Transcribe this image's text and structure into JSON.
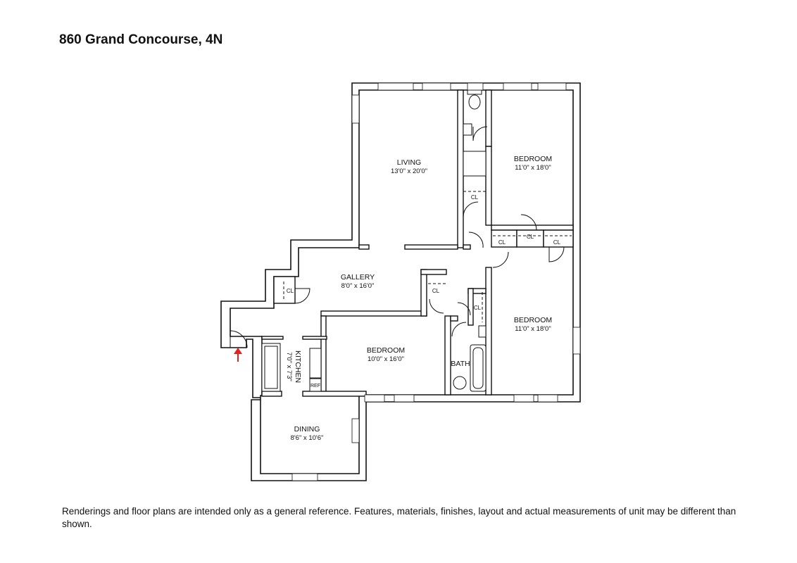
{
  "title": "860 Grand Concourse, 4N",
  "disclaimer": "Renderings and floor plans are intended only as a general reference. Features, materials, finishes, layout and actual measurements of unit may be different than shown.",
  "rooms": {
    "living": {
      "name": "LIVING",
      "dims": "13'0\" x 20'0\""
    },
    "bedroom_ne": {
      "name": "BEDROOM",
      "dims": "11'0\" x 18'0\""
    },
    "bedroom_se": {
      "name": "BEDROOM",
      "dims": "11'0\" x 18'0\""
    },
    "bedroom_center": {
      "name": "BEDROOM",
      "dims": "10'0\" x 16'0\""
    },
    "gallery": {
      "name": "GALLERY",
      "dims": "8'0\" x 16'0\""
    },
    "kitchen": {
      "name": "KITCHEN",
      "dims": "7'0\" x 7'3\""
    },
    "dining": {
      "name": "DINING",
      "dims": "8'6\" x 10'6\""
    },
    "bath": {
      "name": "BATH"
    }
  },
  "closet_label": "CL",
  "ref_label": "REF",
  "colors": {
    "wall": "#ffffff",
    "wall_stroke": "#111111",
    "entry_arrow": "#e0241b"
  }
}
